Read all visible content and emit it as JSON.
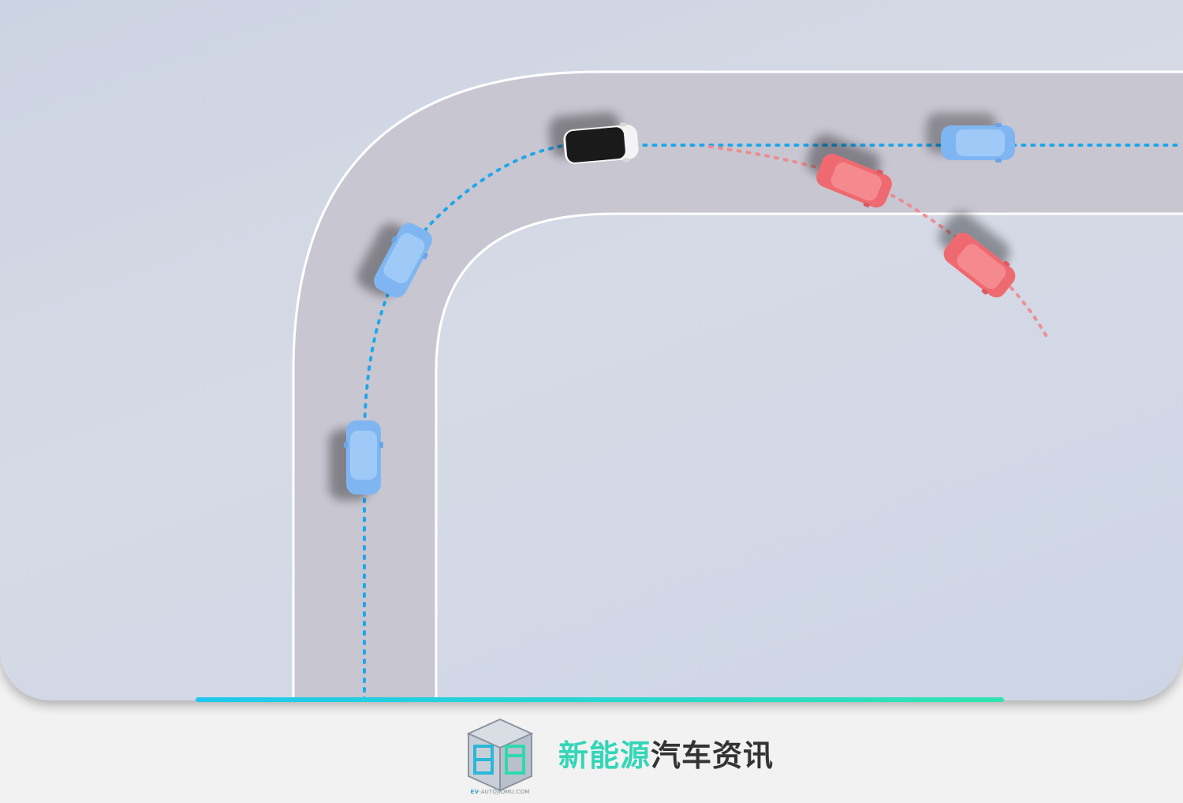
{
  "footer": {
    "brand_part1": "新能源",
    "brand_part2": "汽车资讯",
    "logo_url_prefix": "EV",
    "logo_url_rest": "-AUTOJIOMU.COM"
  },
  "colors": {
    "road": "#c8c6d1",
    "road_edge": "#ffffff",
    "ground": "#d4d9e6",
    "blue_car": "#7fb6f2",
    "red_car": "#ef6a70",
    "black_car": "#1a1a1a",
    "blue_trail": "#1ea7ea",
    "red_trail": "#f0868a",
    "accent_start": "#1ec8f0",
    "accent_end": "#2fe4b0",
    "brand_part1": "#34d6b8",
    "brand_part2": "#333333"
  },
  "icons": {
    "logo": "cube-logo-icon",
    "car": "car-icon"
  }
}
